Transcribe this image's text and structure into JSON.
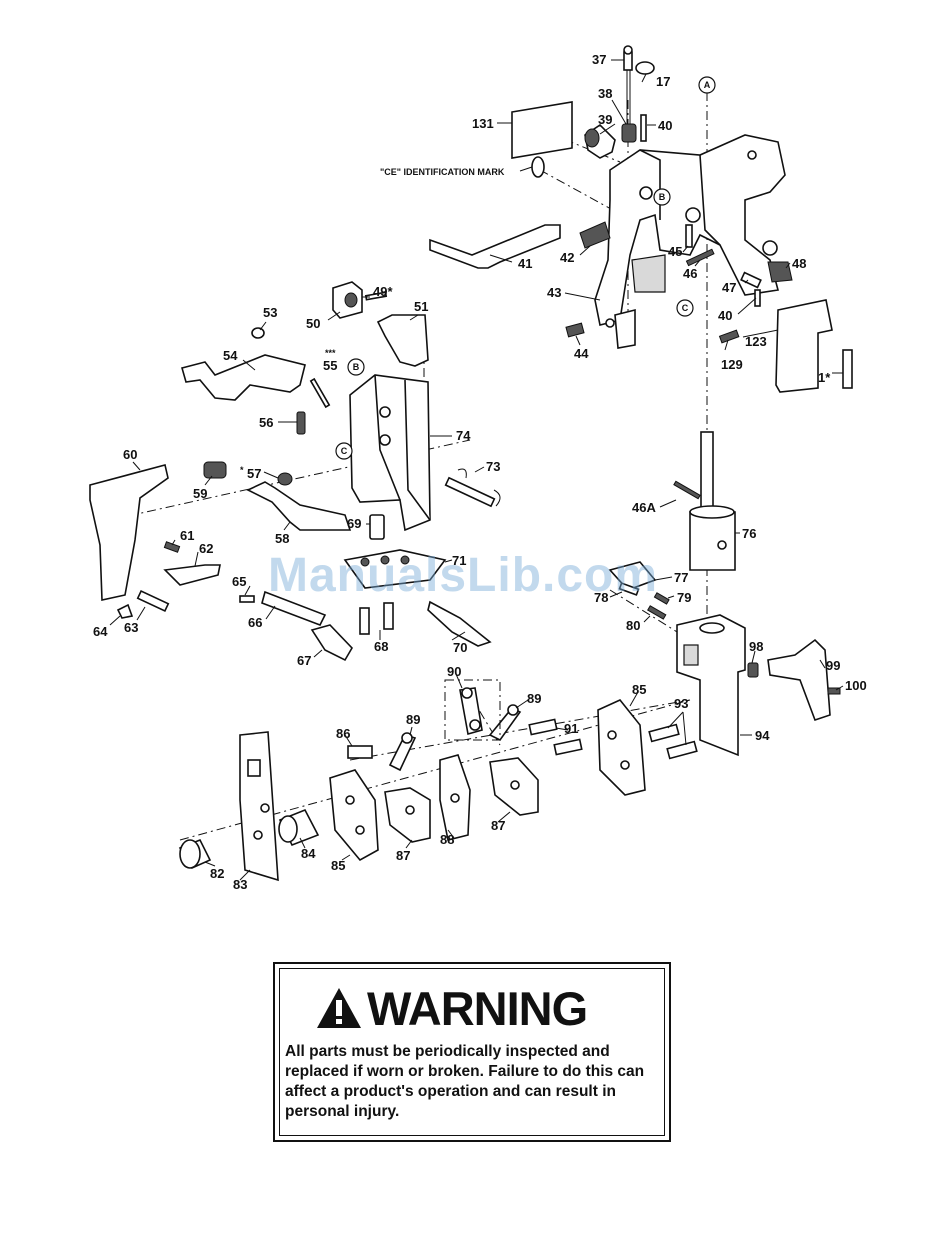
{
  "labels": {
    "l37": "37",
    "l17": "17",
    "l38": "38",
    "l39": "39",
    "l40a": "40",
    "l131": "131",
    "l41": "41",
    "l42": "42",
    "l43": "43",
    "l44": "44",
    "l45": "45",
    "l46": "46",
    "l47": "47",
    "l48": "48",
    "l40b": "40",
    "l123": "123",
    "l129": "129",
    "l1": "1*",
    "l49": "49*",
    "l50": "50",
    "l51": "51",
    "l53": "53",
    "l54": "54",
    "l55": "55",
    "l55s": "***",
    "l56": "56",
    "l57": "57",
    "l57s": "*",
    "l58": "58",
    "l59": "59",
    "l60": "60",
    "l61": "61",
    "l62": "62",
    "l63": "63",
    "l64": "64",
    "l65": "65",
    "l66": "66",
    "l67": "67",
    "l68": "68",
    "l69": "69",
    "l70": "70",
    "l71": "71",
    "l73": "73",
    "l74": "74",
    "l46a": "46A",
    "l76": "76",
    "l77": "77",
    "l78": "78",
    "l79": "79",
    "l80": "80",
    "l82": "82",
    "l83": "83",
    "l84": "84",
    "l85a": "85",
    "l85b": "85",
    "l86": "86",
    "l87a": "87",
    "l87b": "87",
    "l88": "88",
    "l89a": "89",
    "l89b": "89",
    "l90": "90",
    "l91": "91",
    "l93": "93",
    "l94": "94",
    "l98": "98",
    "l99": "99",
    "l100": "100"
  },
  "callouts": {
    "a": "A",
    "b": "B",
    "c": "C"
  },
  "ce_mark": "\"CE\" IDENTIFICATION MARK",
  "watermark": "ManualsLib.com",
  "warning": {
    "title": "WARNING",
    "text": "All parts must be periodically inspected and replaced if worn or broken. Failure to do this can affect a product's operation and can result in personal injury."
  }
}
